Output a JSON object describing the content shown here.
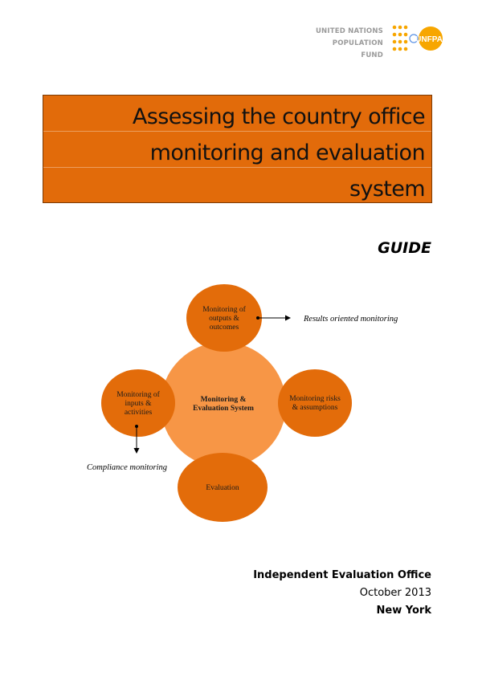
{
  "header": {
    "org_lines": [
      "UNITED NATIONS",
      "POPULATION",
      "FUND"
    ],
    "logo_text": "UNFPA",
    "logo_color": "#f7a600"
  },
  "title": {
    "lines": [
      "Assessing the country office",
      "monitoring and evaluation",
      "system"
    ],
    "background": "#e26b0a"
  },
  "subtitle": "GUIDE",
  "diagram": {
    "center": "Monitoring & Evaluation System",
    "center_lines": [
      "Monitoring &",
      "Evaluation System"
    ],
    "nodes": {
      "top": [
        "Monitoring of",
        "outputs &",
        "outcomes"
      ],
      "left": [
        "Monitoring of",
        "inputs &",
        "activities"
      ],
      "right": [
        "Monitoring  risks",
        "& assumptions"
      ],
      "bottom": [
        "Evaluation"
      ]
    },
    "annotations": {
      "results": "Results oriented monitoring",
      "compliance": "Compliance monitoring"
    },
    "colors": {
      "center": "#f79646",
      "nodes": "#e36c0a"
    }
  },
  "footer": {
    "office": "Independent Evaluation Office",
    "date": "October 2013",
    "city": "New York"
  }
}
